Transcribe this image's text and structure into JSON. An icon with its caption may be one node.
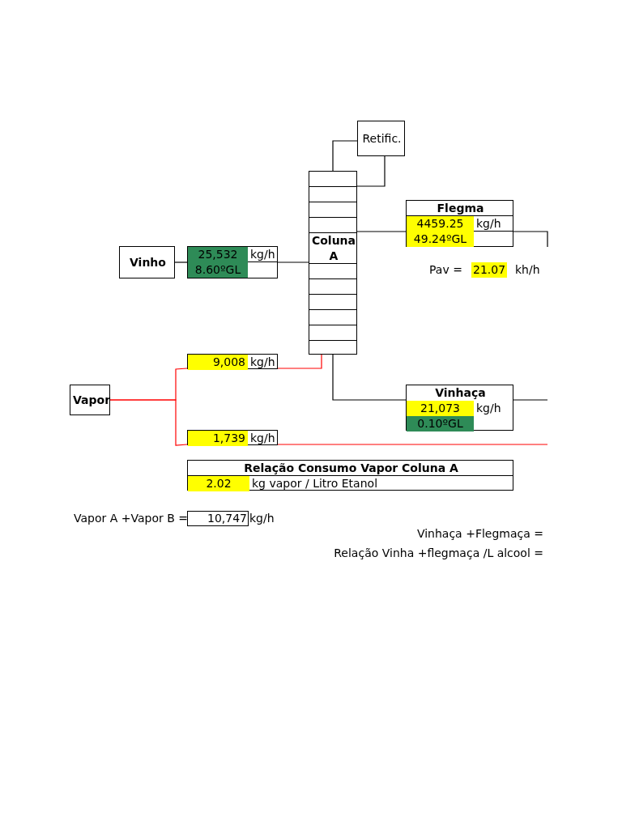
{
  "diagram": {
    "nodes": [
      {
        "text": [
          "Retific."
        ]
      },
      {
        "text": [
          "Coluna A"
        ]
      },
      {
        "text": [
          "Flegma",
          "4459.25",
          "kg/h",
          "49.24ºGL"
        ]
      },
      {
        "text": [
          "Vinho"
        ]
      },
      {
        "text": [
          "25,532",
          "kg/h",
          "8.60ºGL"
        ]
      },
      {
        "text": [
          "Vapor"
        ]
      },
      {
        "text": [
          "9,008",
          "kg/h"
        ]
      },
      {
        "text": [
          "Vinhaça",
          "21,073",
          "kg/h",
          "0.10ºGL"
        ]
      },
      {
        "text": [
          "1,739",
          "kg/h"
        ]
      },
      {
        "text": [
          "Relação Consumo Vapor Coluna A",
          "2.02",
          "kg vapor / Litro Etanol"
        ]
      },
      {
        "text": [
          "10,747"
        ],
        "beside": [
          "Vapor A +Vapor B =",
          "kg/h"
        ]
      }
    ],
    "edges": [
      {
        "from": 1,
        "to": 0,
        "arrow": "none"
      },
      {
        "from": 0,
        "to": 1,
        "arrow": "none"
      },
      {
        "from": 1,
        "to": 2,
        "arrow": "none"
      },
      {
        "from": 2,
        "to": null,
        "arrow": "none"
      },
      {
        "from": 3,
        "to": 4,
        "arrow": "none"
      },
      {
        "from": 4,
        "to": 1,
        "arrow": "none"
      },
      {
        "from": 5,
        "to": 6,
        "arrow": "none",
        "color": "#ff0000"
      },
      {
        "from": 6,
        "to": 1,
        "arrow": "none",
        "color": "#ff0000"
      },
      {
        "from": 5,
        "to": 8,
        "arrow": "none",
        "color": "#ff0000"
      },
      {
        "from": 8,
        "to": null,
        "arrow": "none",
        "color": "#ff0000"
      },
      {
        "from": 1,
        "to": 7,
        "arrow": "none"
      },
      {
        "from": 7,
        "to": null,
        "arrow": "none"
      }
    ],
    "labels": [
      "Pav =",
      "21.07",
      "kh/h",
      "Vinhaça +Flegmaça =",
      "Relação Vinha +flegmaça /L alcool ="
    ]
  }
}
